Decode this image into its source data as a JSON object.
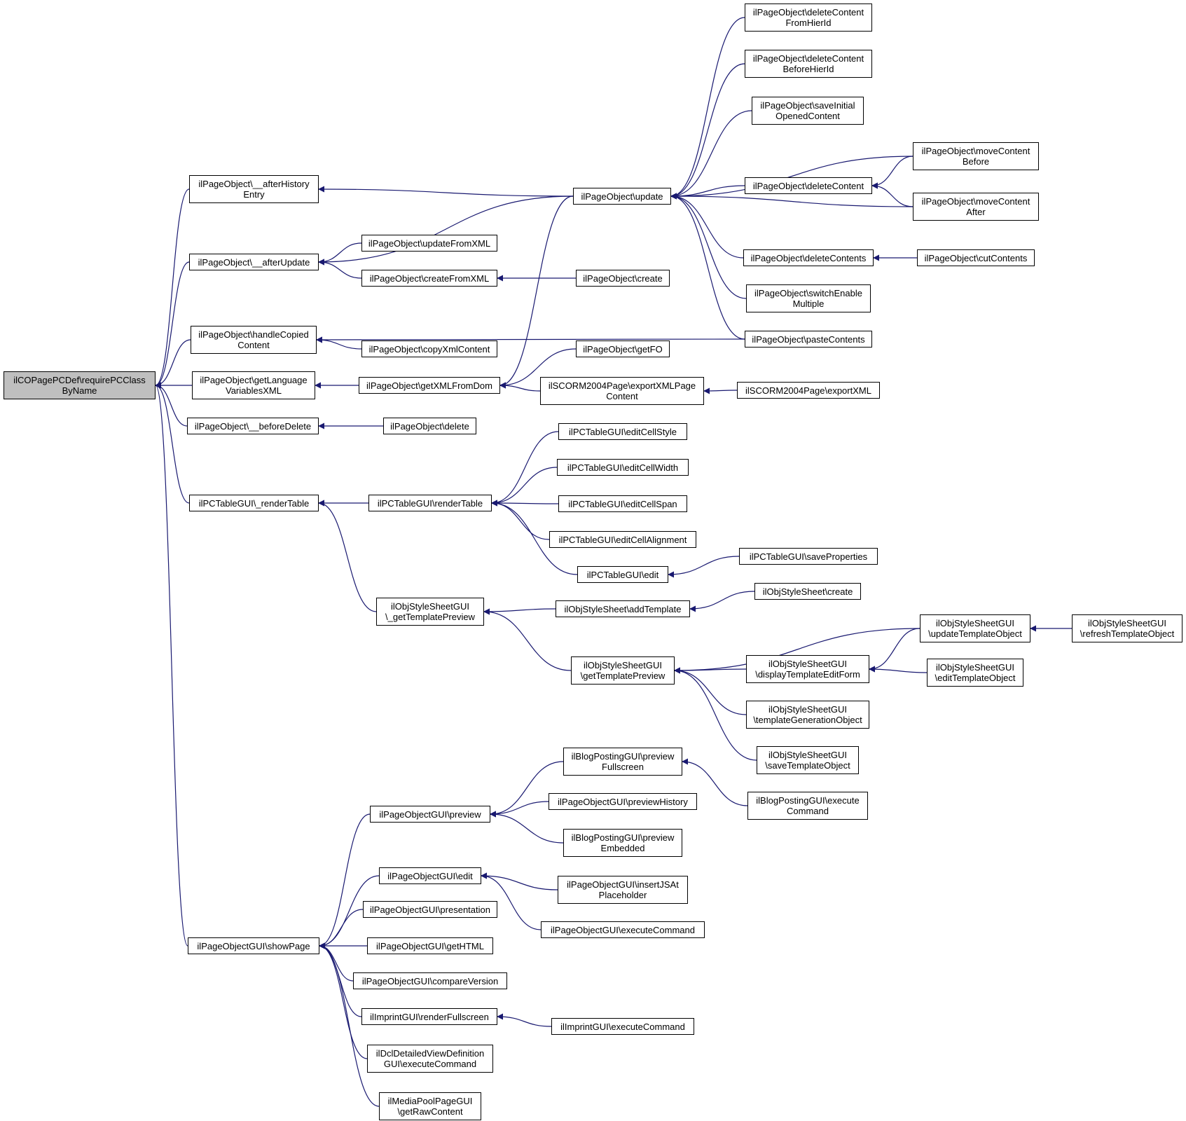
{
  "colors": {
    "edge": "#191970",
    "root_fill": "#bfbfbf",
    "node_fill": "#ffffff",
    "node_border": "#000000"
  },
  "nodes": {
    "root": "ilCOPagePCDef\\requirePCClass\nByName",
    "afterHistoryEntry": "ilPageObject\\__afterHistory\nEntry",
    "afterUpdate": "ilPageObject\\__afterUpdate",
    "handleCopied": "ilPageObject\\handleCopied\nContent",
    "getLangVars": "ilPageObject\\getLanguage\nVariablesXML",
    "beforeDelete": "ilPageObject\\__beforeDelete",
    "renderTable_": "ilPCTableGUI\\_renderTable",
    "showPage": "ilPageObjectGUI\\showPage",
    "update": "ilPageObject\\update",
    "updateFromXML": "ilPageObject\\updateFromXML",
    "createFromXML": "ilPageObject\\createFromXML",
    "copyXml": "ilPageObject\\copyXmlContent",
    "getXMLFromDom": "ilPageObject\\getXMLFromDom",
    "delete": "ilPageObject\\delete",
    "renderTable": "ilPCTableGUI\\renderTable",
    "getTplPreview_": "ilObjStyleSheetGUI\n\\_getTemplatePreview",
    "pPreview": "ilPageObjectGUI\\preview",
    "pEdit": "ilPageObjectGUI\\edit",
    "pPresentation": "ilPageObjectGUI\\presentation",
    "pGetHTML": "ilPageObjectGUI\\getHTML",
    "pCompare": "ilPageObjectGUI\\compareVersion",
    "impRender": "ilImprintGUI\\renderFullscreen",
    "dcl": "ilDclDetailedViewDefinition\nGUI\\executeCommand",
    "mediaPool": "ilMediaPoolPageGUI\n\\getRawContent",
    "create": "ilPageObject\\create",
    "getFO": "ilPageObject\\getFO",
    "scormExportPage": "ilSCORM2004Page\\exportXMLPage\nContent",
    "editCellStyle": "ilPCTableGUI\\editCellStyle",
    "editCellWidth": "ilPCTableGUI\\editCellWidth",
    "editCellSpan": "ilPCTableGUI\\editCellSpan",
    "editCellAlign": "ilPCTableGUI\\editCellAlignment",
    "tEdit": "ilPCTableGUI\\edit",
    "addTemplate": "ilObjStyleSheet\\addTemplate",
    "getTplPreview": "ilObjStyleSheetGUI\n\\getTemplatePreview",
    "blogPreviewFS": "ilBlogPostingGUI\\preview\nFullscreen",
    "pPreviewHistory": "ilPageObjectGUI\\previewHistory",
    "blogPreviewEmb": "ilBlogPostingGUI\\preview\nEmbedded",
    "insertJS": "ilPageObjectGUI\\insertJSAt\nPlaceholder",
    "pExecCmd": "ilPageObjectGUI\\executeCommand",
    "impExec": "ilImprintGUI\\executeCommand",
    "delFromHier": "ilPageObject\\deleteContent\nFromHierId",
    "delBeforeHier": "ilPageObject\\deleteContent\nBeforeHierId",
    "saveInitial": "ilPageObject\\saveInitial\nOpenedContent",
    "delContent": "ilPageObject\\deleteContent",
    "delContents": "ilPageObject\\deleteContents",
    "switchEnable": "ilPageObject\\switchEnable\nMultiple",
    "pasteContents": "ilPageObject\\pasteContents",
    "scormExport": "ilSCORM2004Page\\exportXML",
    "saveProps": "ilPCTableGUI\\saveProperties",
    "ssCreate": "ilObjStyleSheet\\create",
    "displayTplEdit": "ilObjStyleSheetGUI\n\\displayTemplateEditForm",
    "tplGenObj": "ilObjStyleSheetGUI\n\\templateGenerationObject",
    "saveTplObj": "ilObjStyleSheetGUI\n\\saveTemplateObject",
    "blogExec": "ilBlogPostingGUI\\execute\nCommand",
    "moveBefore": "ilPageObject\\moveContent\nBefore",
    "moveAfter": "ilPageObject\\moveContent\nAfter",
    "cutContents": "ilPageObject\\cutContents",
    "updateTplObj": "ilObjStyleSheetGUI\n\\updateTemplateObject",
    "editTplObj": "ilObjStyleSheetGUI\n\\editTemplateObject",
    "refreshTplObj": "ilObjStyleSheetGUI\n\\refreshTemplateObject"
  }
}
